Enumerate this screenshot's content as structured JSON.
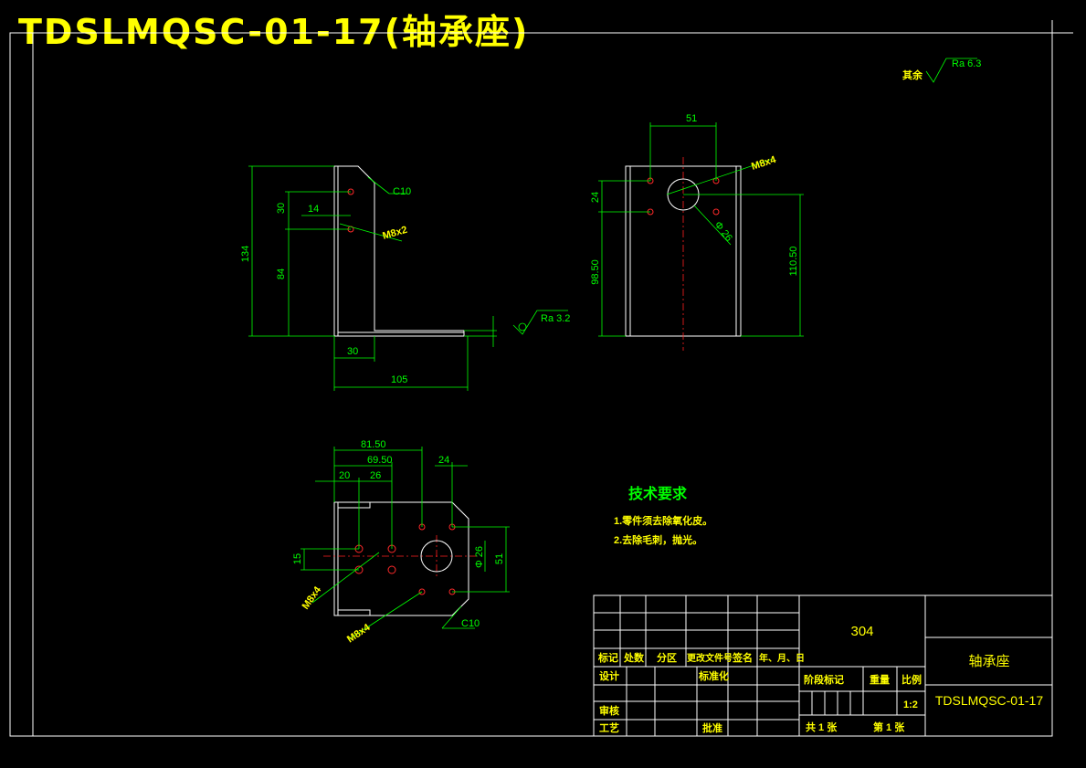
{
  "title": "TDSLMQSC-01-17(轴承座)",
  "roughness": {
    "general_label": "其余",
    "general_value": "Ra 6.3",
    "side_value": "Ra 3.2"
  },
  "side_view": {
    "dim_height": "134",
    "dim_upper": "30",
    "dim_hole_x": "14",
    "dim_lower": "84",
    "dim_flange": "30",
    "dim_length": "105",
    "chamfer": "C10",
    "thread": "M8x2"
  },
  "front_view": {
    "dim_top": "51",
    "dim_hole_y": "24",
    "dim_left_h": "98.50",
    "dim_right_h": "110.50",
    "thread": "M8x4",
    "dia": "Φ 26"
  },
  "top_view": {
    "dim_a": "81.50",
    "dim_b": "69.50",
    "dim_c": "24",
    "dim_d": "20",
    "dim_e": "26",
    "dim_f": "15",
    "dia": "Φ 26",
    "dim_g": "51",
    "thread_a": "M8x4",
    "thread_b": "M8x4",
    "chamfer": "C10"
  },
  "tech": {
    "heading": "技术要求",
    "line1": "1.零件须去除氧化皮。",
    "line2": "2.去除毛刺，抛光。"
  },
  "title_block": {
    "material": "304",
    "part_name": "轴承座",
    "drawing_no": "TDSLMQSC-01-17",
    "hdr_mark": "标记",
    "hdr_count": "处数",
    "hdr_zone": "分区",
    "hdr_doc": "更改文件号",
    "hdr_sign": "签名",
    "hdr_date": "年、月、日",
    "design": "设计",
    "standard": "标准化",
    "review": "审核",
    "process": "工艺",
    "approve": "批准",
    "stage": "阶段标记",
    "weight": "重量",
    "scale_label": "比例",
    "scale": "1:2",
    "sheets_total": "共  1  张",
    "sheet_no": "第  1  张"
  }
}
